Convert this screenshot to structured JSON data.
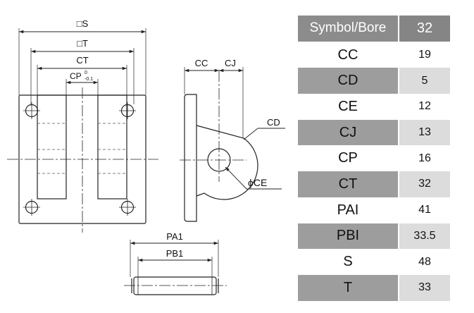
{
  "drawing": {
    "labels": {
      "s": "□S",
      "t": "□T",
      "ct": "CT",
      "cp": "CP",
      "cp_superscript": "0",
      "cp_subscript": "-0.1",
      "cc": "CC",
      "cj": "CJ",
      "cd": "CD",
      "ce": "ϕCE",
      "pa1": "PA1",
      "pb1": "PB1"
    }
  },
  "table": {
    "header_symbol": "Symbol/Bore",
    "header_bore": "32",
    "rows": [
      {
        "symbol": "CC",
        "value": "19"
      },
      {
        "symbol": "CD",
        "value": "5"
      },
      {
        "symbol": "CE",
        "value": "12"
      },
      {
        "symbol": "CJ",
        "value": "13"
      },
      {
        "symbol": "CP",
        "value": "16"
      },
      {
        "symbol": "CT",
        "value": "32"
      },
      {
        "symbol": "PAI",
        "value": "41"
      },
      {
        "symbol": "PBI",
        "value": "33.5"
      },
      {
        "symbol": "S",
        "value": "48"
      },
      {
        "symbol": "T",
        "value": "33"
      }
    ]
  }
}
